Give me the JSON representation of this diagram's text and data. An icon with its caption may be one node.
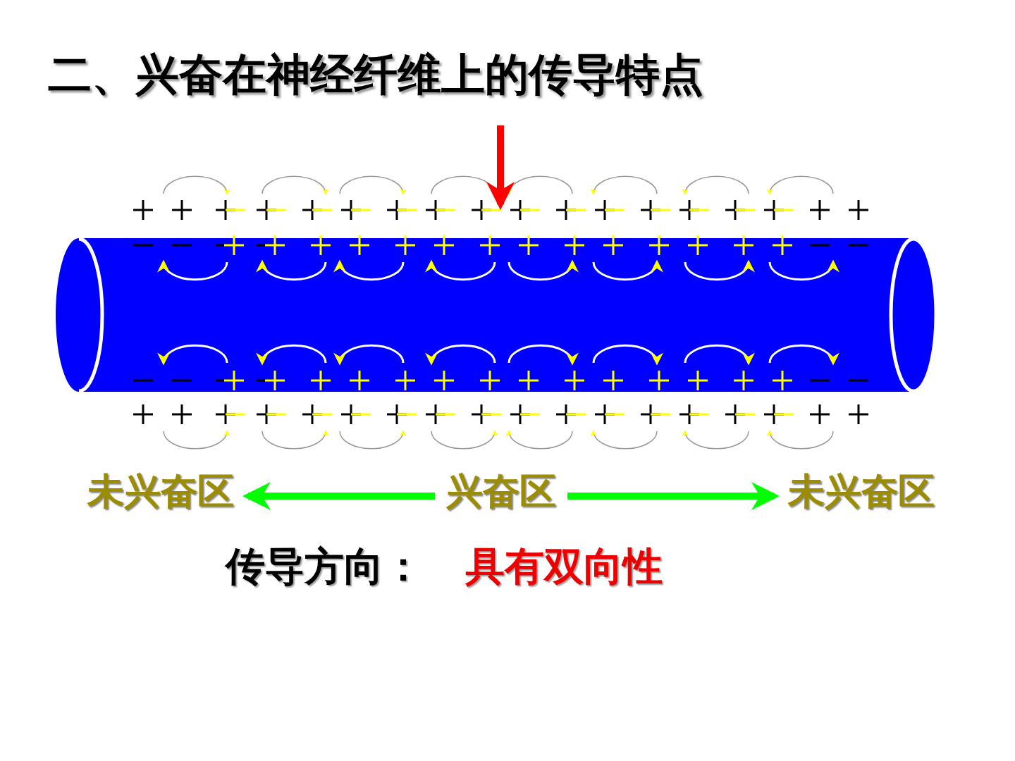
{
  "diagram": {
    "title": "二、兴奋在神经纤维上的传导特点",
    "nodes": [
      {
        "text": [],
        "shape": "cylinder"
      },
      {
        "text": [
          "未兴奋区"
        ]
      },
      {
        "text": [
          "兴奋区"
        ]
      },
      {
        "text": [
          "未兴奋区"
        ]
      }
    ],
    "edges": [
      {
        "from": null,
        "to": 0,
        "arrow": "to",
        "color": "#ff0000"
      },
      {
        "from": 2,
        "to": 1,
        "arrow": "to",
        "color": "#00ff00"
      },
      {
        "from": 2,
        "to": 3,
        "arrow": "to",
        "color": "#00ff00"
      }
    ],
    "labels": [
      "传导方向：",
      "具有双向性"
    ]
  }
}
